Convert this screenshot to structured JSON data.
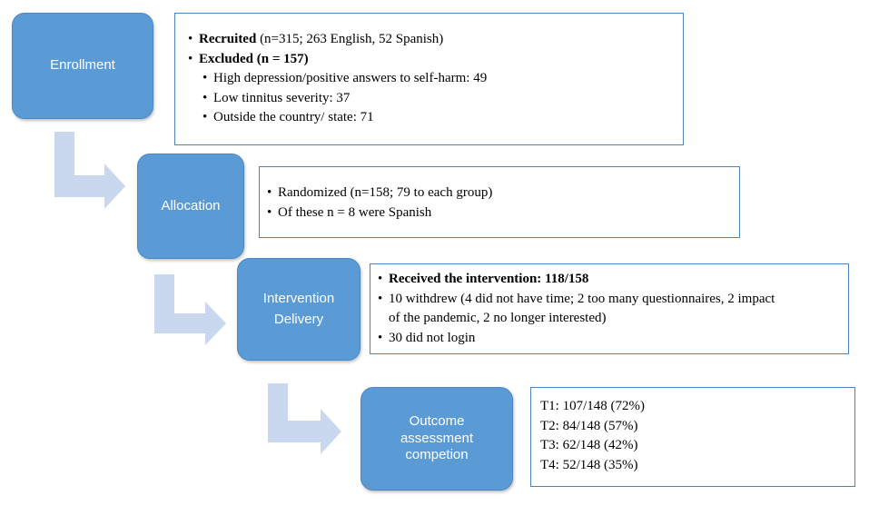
{
  "stages": {
    "enrollment": {
      "label": "Enrollment"
    },
    "allocation": {
      "label": "Allocation"
    },
    "intervention": {
      "label_line1": "Intervention",
      "label_line2": "Delivery"
    },
    "outcome": {
      "label_line1": "Outcome",
      "label_line2": "assessment",
      "label_line3": "competion"
    }
  },
  "enrollment_box": {
    "recruited_bold": "Recruited",
    "recruited_rest": " (n=315; 263 English,  52 Spanish)",
    "excluded_bold": "Excluded  (n = 157)",
    "sub_items": [
      "High depression/positive  answers to self-harm:  49",
      "Low tinnitus  severity:  37",
      "Outside  the country/  state:  71"
    ]
  },
  "allocation_box": {
    "items": [
      "Randomized  (n=158;  79 to each group)",
      "Of these n = 8 were Spanish"
    ]
  },
  "intervention_box": {
    "received_bold": "Received the intervention:  118/158",
    "withdrew_line1": "10  withdrew  (4  did  not  have  time;  2  too  many  questionnaires,  2  impact",
    "withdrew_line2": "of the pandemic,  2 no longer interested)",
    "no_login": "30 did not login"
  },
  "outcome_box": {
    "lines": [
      "T1:  107/148 (72%)",
      "T2:  84/148 (57%)",
      "T3:  62/148 (42%)",
      "T4:  52/148 (35%)"
    ]
  },
  "colors": {
    "stage_fill": "#5b9bd5",
    "arrow_fill": "#c9d8ef",
    "box_border": "#4f81bd"
  }
}
